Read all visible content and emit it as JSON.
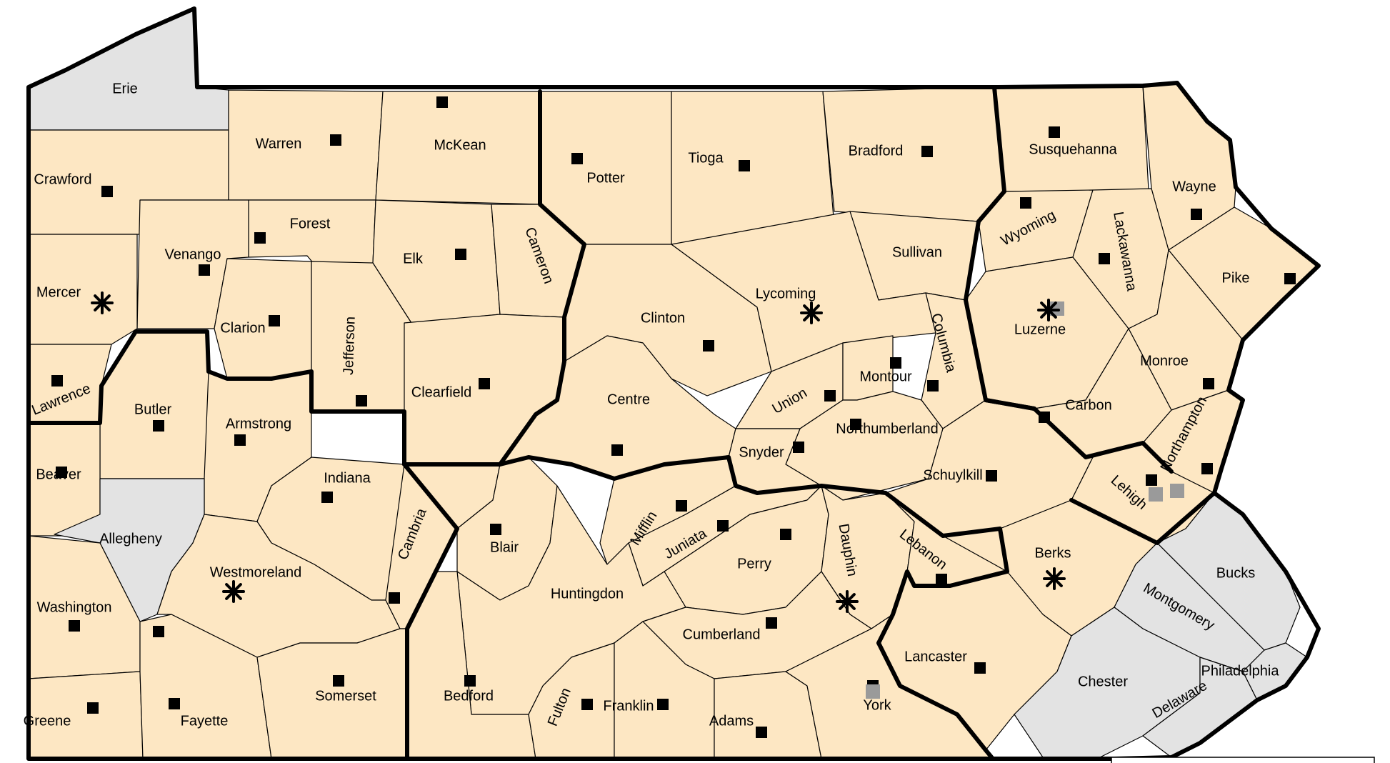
{
  "map": {
    "colors": {
      "county_fill": "#fde7c3",
      "excluded_fill": "#e3e3e3",
      "border": "#000000",
      "marker": "#000000",
      "marker_secondary": "#9a9a9a"
    },
    "excluded_counties": [
      "Erie",
      "Allegheny",
      "Bucks",
      "Montgomery",
      "Chester",
      "Delaware",
      "Philadelphia"
    ],
    "counties": [
      {
        "id": "erie",
        "name": "Erie"
      },
      {
        "id": "crawford",
        "name": "Crawford"
      },
      {
        "id": "warren",
        "name": "Warren"
      },
      {
        "id": "mckean",
        "name": "McKean"
      },
      {
        "id": "potter",
        "name": "Potter"
      },
      {
        "id": "tioga",
        "name": "Tioga"
      },
      {
        "id": "bradford",
        "name": "Bradford"
      },
      {
        "id": "susquehanna",
        "name": "Susquehanna"
      },
      {
        "id": "wayne",
        "name": "Wayne"
      },
      {
        "id": "forest",
        "name": "Forest"
      },
      {
        "id": "venango",
        "name": "Venango"
      },
      {
        "id": "elk",
        "name": "Elk"
      },
      {
        "id": "cameron",
        "name": "Cameron"
      },
      {
        "id": "sullivan",
        "name": "Sullivan"
      },
      {
        "id": "wyoming",
        "name": "Wyoming"
      },
      {
        "id": "lackawanna",
        "name": "Lackawanna"
      },
      {
        "id": "pike",
        "name": "Pike"
      },
      {
        "id": "mercer",
        "name": "Mercer"
      },
      {
        "id": "clarion",
        "name": "Clarion"
      },
      {
        "id": "jefferson",
        "name": "Jefferson"
      },
      {
        "id": "clearfield",
        "name": "Clearfield"
      },
      {
        "id": "clinton",
        "name": "Clinton"
      },
      {
        "id": "lycoming",
        "name": "Lycoming"
      },
      {
        "id": "columbia",
        "name": "Columbia"
      },
      {
        "id": "luzerne",
        "name": "Luzerne"
      },
      {
        "id": "monroe",
        "name": "Monroe"
      },
      {
        "id": "lawrence",
        "name": "Lawrence"
      },
      {
        "id": "butler",
        "name": "Butler"
      },
      {
        "id": "armstrong",
        "name": "Armstrong"
      },
      {
        "id": "centre",
        "name": "Centre"
      },
      {
        "id": "union",
        "name": "Union"
      },
      {
        "id": "montour",
        "name": "Montour"
      },
      {
        "id": "northumberland",
        "name": "Northumberland"
      },
      {
        "id": "carbon",
        "name": "Carbon"
      },
      {
        "id": "northampton",
        "name": "Northampton"
      },
      {
        "id": "beaver",
        "name": "Beaver"
      },
      {
        "id": "indiana",
        "name": "Indiana"
      },
      {
        "id": "snyder",
        "name": "Snyder"
      },
      {
        "id": "schuylkill",
        "name": "Schuylkill"
      },
      {
        "id": "lehigh",
        "name": "Lehigh"
      },
      {
        "id": "allegheny",
        "name": "Allegheny"
      },
      {
        "id": "westmoreland",
        "name": "Westmoreland"
      },
      {
        "id": "cambria",
        "name": "Cambria"
      },
      {
        "id": "blair",
        "name": "Blair"
      },
      {
        "id": "mifflin",
        "name": "Mifflin"
      },
      {
        "id": "juniata",
        "name": "Juniata"
      },
      {
        "id": "perry",
        "name": "Perry"
      },
      {
        "id": "dauphin",
        "name": "Dauphin"
      },
      {
        "id": "lebanon",
        "name": "Lebanon"
      },
      {
        "id": "berks",
        "name": "Berks"
      },
      {
        "id": "bucks",
        "name": "Bucks"
      },
      {
        "id": "washington",
        "name": "Washington"
      },
      {
        "id": "huntingdon",
        "name": "Huntingdon"
      },
      {
        "id": "cumberland",
        "name": "Cumberland"
      },
      {
        "id": "montgomery",
        "name": "Montgomery"
      },
      {
        "id": "lancaster",
        "name": "Lancaster"
      },
      {
        "id": "philadelphia",
        "name": "Philadelphia"
      },
      {
        "id": "chester",
        "name": "Chester"
      },
      {
        "id": "greene",
        "name": "Greene"
      },
      {
        "id": "fayette",
        "name": "Fayette"
      },
      {
        "id": "somerset",
        "name": "Somerset"
      },
      {
        "id": "bedford",
        "name": "Bedford"
      },
      {
        "id": "fulton",
        "name": "Fulton"
      },
      {
        "id": "franklin",
        "name": "Franklin"
      },
      {
        "id": "adams",
        "name": "Adams"
      },
      {
        "id": "york",
        "name": "York"
      },
      {
        "id": "delaware",
        "name": "Delaware"
      }
    ],
    "markers": {
      "square_count": 52,
      "asterisk_counties": [
        "Mercer",
        "Westmoreland",
        "Lycoming",
        "Luzerne",
        "Dauphin",
        "Berks"
      ],
      "gray_square_counties": [
        "Luzerne",
        "Lehigh",
        "York"
      ]
    }
  }
}
